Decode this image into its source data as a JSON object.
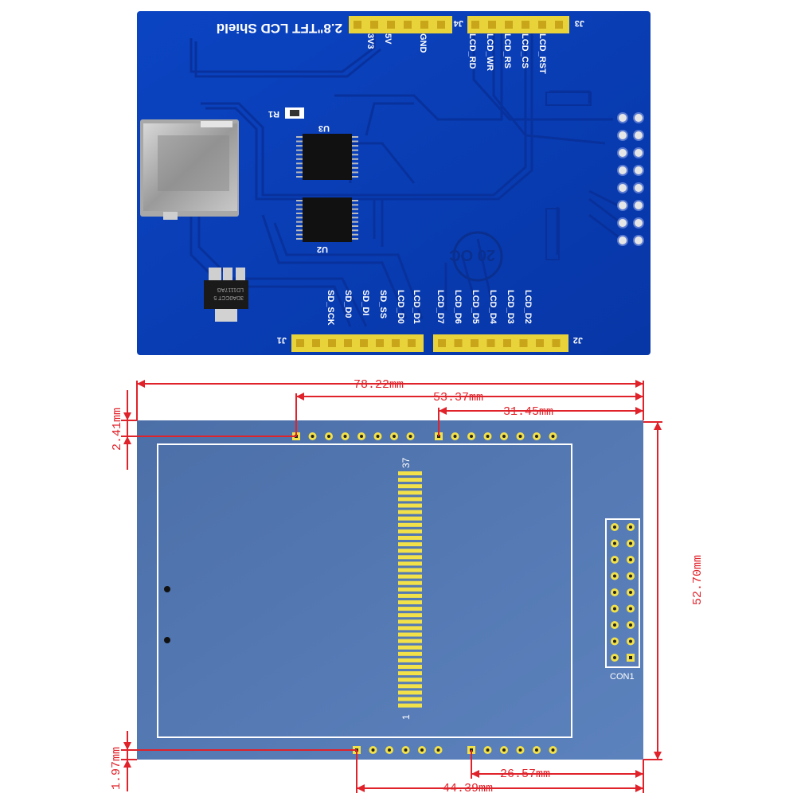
{
  "top_board": {
    "title": "2.8\"TFT LCD Shield",
    "j4_label": "J4",
    "j3_label": "J3",
    "j1_label": "J1",
    "j2_label": "J2",
    "u3_label": "U3",
    "u2_label": "U2",
    "r1_label": "R1",
    "reg_text_1": "LD1117AG",
    "reg_text_2": "3DA0CCT 5",
    "stamp": "20 OC",
    "power_pins": [
      "3V3",
      "5V",
      "GND"
    ],
    "lcd_control_pins": [
      "LCD_RD",
      "LCD_WR",
      "LCD_RS",
      "LCD_CS",
      "LCD_RST"
    ],
    "sd_pins": [
      "SD_SCK",
      "SD_D0",
      "SD_DI",
      "SD_SS"
    ],
    "lcd_data_pins_j1": [
      "LCD_D0",
      "LCD_D1"
    ],
    "lcd_data_pins_j2": [
      "LCD_D7",
      "LCD_D6",
      "LCD_D5",
      "LCD_D4",
      "LCD_D3",
      "LCD_D2"
    ]
  },
  "bottom_board": {
    "fpc_top_label": "37",
    "fpc_bottom_label": "1",
    "connector_label": "CON1",
    "dimensions": {
      "overall_width": "78.22mm",
      "header_span": "53.37mm",
      "right_header_span": "31.45mm",
      "height": "52.70mm",
      "top_offset": "2.41mm",
      "bottom_offset": "1.97mm",
      "bottom_span": "44.39mm",
      "bottom_right_span": "26.57mm"
    }
  },
  "colors": {
    "pcb_blue": "#0a3fb6",
    "board_blue_bottom": "#486aa3",
    "header_yellow": "#f3e14a",
    "dimension_red": "#e0222a"
  }
}
